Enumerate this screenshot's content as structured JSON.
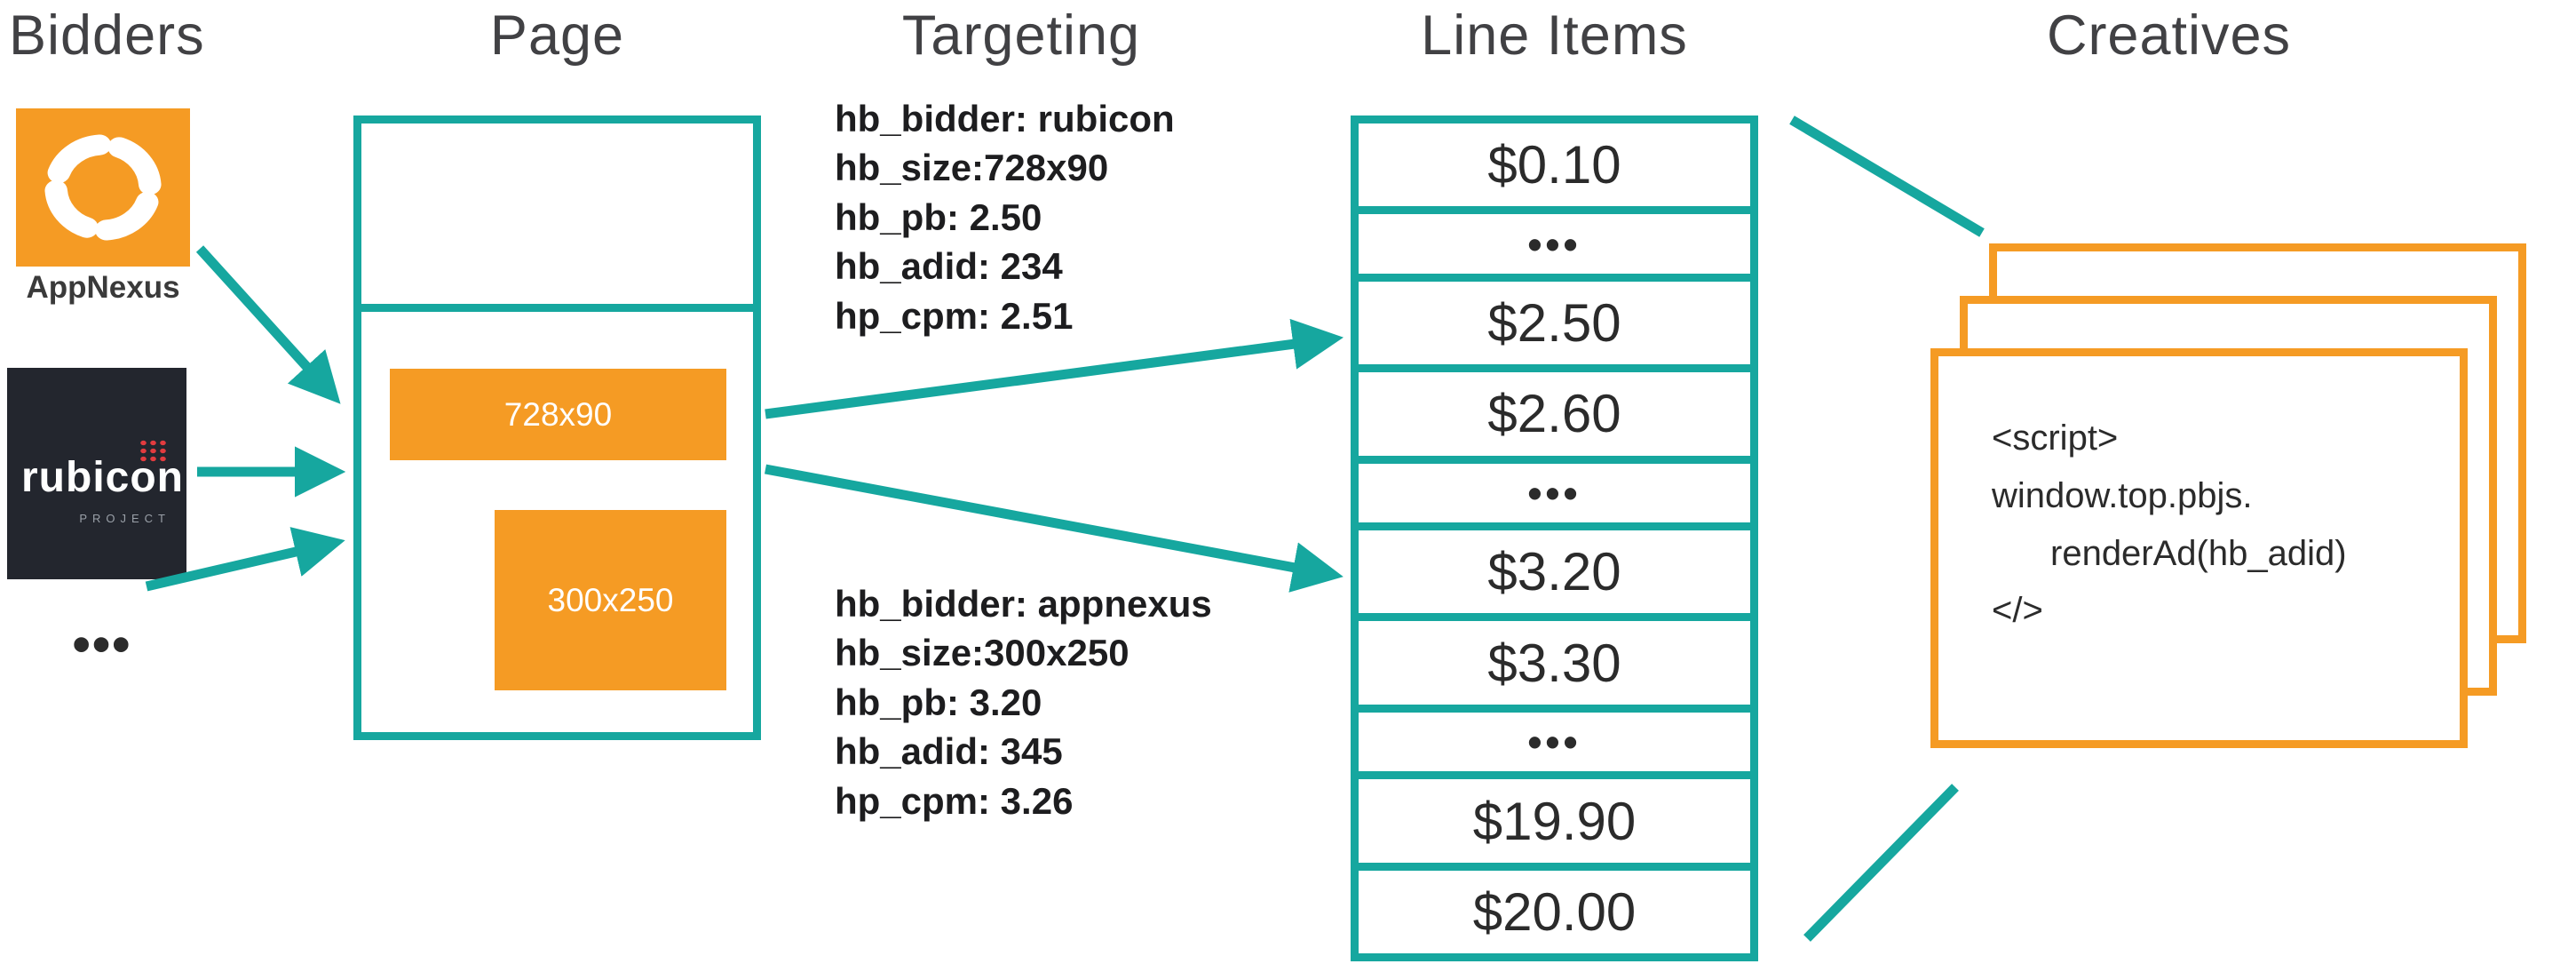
{
  "columns": {
    "bidders": "Bidders",
    "page": "Page",
    "targeting": "Targeting",
    "line_items": "Line Items",
    "creatives": "Creatives"
  },
  "bidders": {
    "appnexus_label": "AppNexus",
    "rubicon_label": "rubicon",
    "rubicon_project_label": "PROJECT",
    "more_label": "•••"
  },
  "page": {
    "ad_slots": [
      {
        "label": "728x90"
      },
      {
        "label": "300x250"
      }
    ]
  },
  "targeting": {
    "blocks": [
      {
        "lines": [
          "hb_bidder: rubicon",
          "hb_size:728x90",
          "hb_pb: 2.50",
          "hb_adid: 234",
          "hp_cpm: 2.51"
        ]
      },
      {
        "lines": [
          "hb_bidder: appnexus",
          "hb_size:300x250",
          "hb_pb: 3.20",
          "hb_adid: 345",
          "hp_cpm: 3.26"
        ]
      }
    ]
  },
  "line_items": {
    "rows": [
      "$0.10",
      "•••",
      "$2.50",
      "$2.60",
      "•••",
      "$3.20",
      "$3.30",
      "•••",
      "$19.90",
      "$20.00"
    ]
  },
  "creatives": {
    "code_lines": [
      "<script>",
      "window.top.pbjs.",
      "renderAd(hb_adid)",
      "</>"
    ]
  },
  "colors": {
    "teal": "#16a79f",
    "orange": "#f59b24",
    "dark_text": "#2b2b2b",
    "rubicon_bg": "#23262e",
    "rubicon_red": "#e23b3f"
  }
}
